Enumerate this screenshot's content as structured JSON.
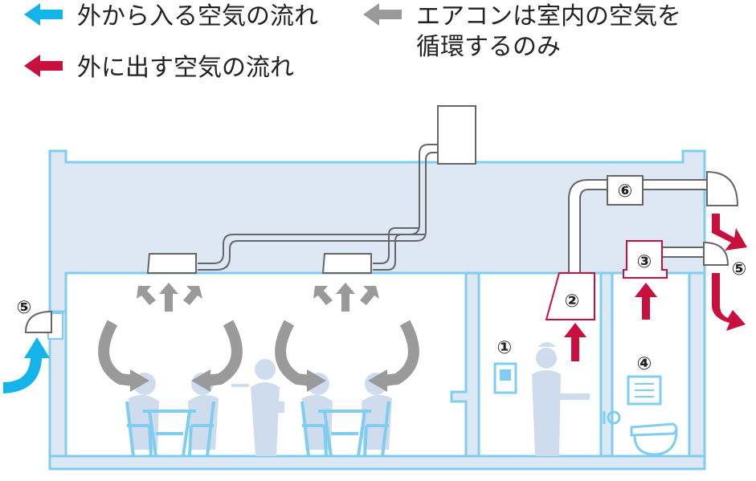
{
  "legend": {
    "inflow": {
      "label": "外から入る空気の流れ",
      "color": "#12b4ea"
    },
    "outflow": {
      "label": "外に出す空気の流れ",
      "color": "#c8103e"
    },
    "circulate": {
      "label_line1": "エアコンは室内の空気を",
      "label_line2": "循環するのみ",
      "color": "#9a9a9a"
    }
  },
  "markers": {
    "m1": "①",
    "m2": "②",
    "m3": "③",
    "m4": "④",
    "m5_left": "⑤",
    "m5_right": "⑤",
    "m6": "⑥"
  },
  "colors": {
    "wall_stroke": "#7fcdf0",
    "wall_fill": "#dde8f4",
    "silhouette": "#cfdcee",
    "duct": "#666666",
    "furniture": "#7fcdf0"
  }
}
